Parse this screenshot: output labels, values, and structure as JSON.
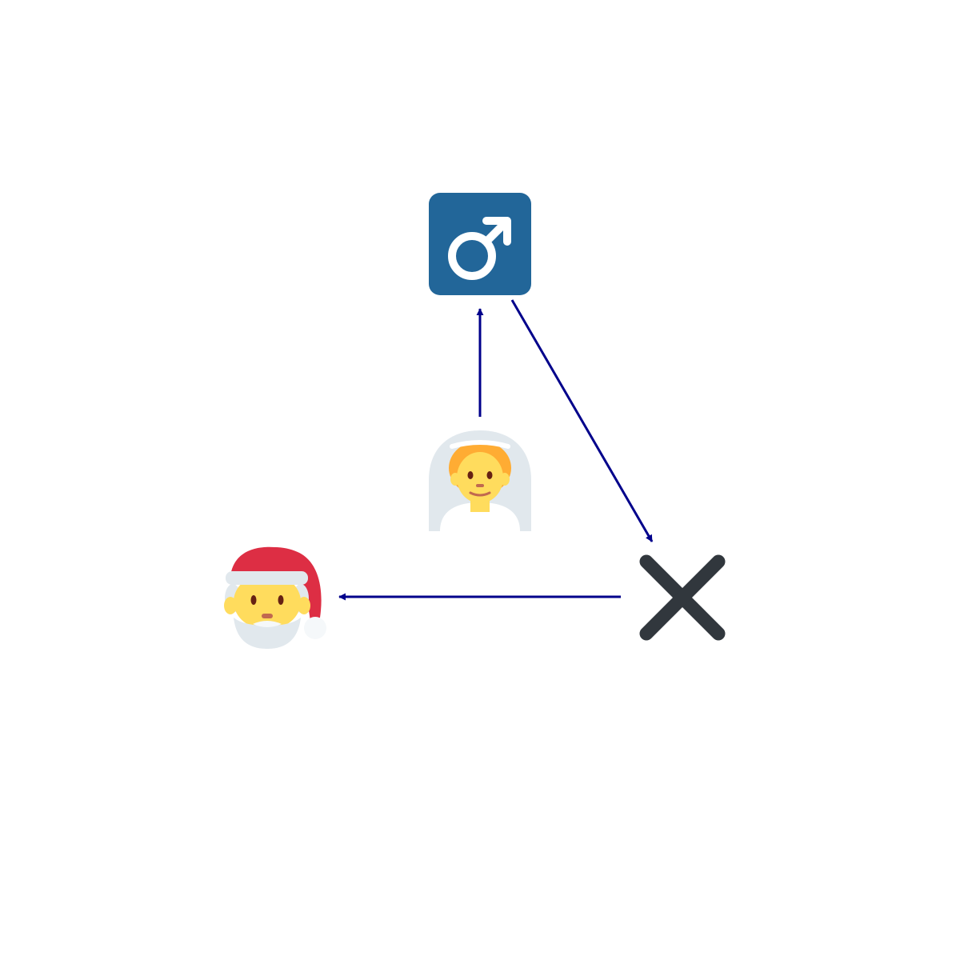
{
  "nodes": [
    {
      "id": "male-sign",
      "icon": "male-sign-icon",
      "colors": {
        "tile": "#226699",
        "symbol": "#ffffff"
      }
    },
    {
      "id": "person-with-veil",
      "icon": "person-with-veil-icon",
      "colors": {
        "veil": "#e1e8ed",
        "hair": "#ffac33",
        "skin": "#ffdc5d",
        "band": "#ffffff"
      }
    },
    {
      "id": "cross-mark",
      "icon": "cross-mark-icon",
      "colors": {
        "stroke": "#31373d"
      }
    },
    {
      "id": "santa",
      "icon": "santa-claus-icon",
      "colors": {
        "hat": "#dd2e44",
        "trim": "#e1e8ed",
        "skin": "#ffdc5d",
        "beard": "#e1e8ed"
      }
    }
  ],
  "edges": [
    {
      "from": "person-with-veil",
      "to": "male-sign"
    },
    {
      "from": "male-sign",
      "to": "cross-mark"
    },
    {
      "from": "cross-mark",
      "to": "santa"
    }
  ],
  "colors": {
    "edge": "#00008b"
  }
}
